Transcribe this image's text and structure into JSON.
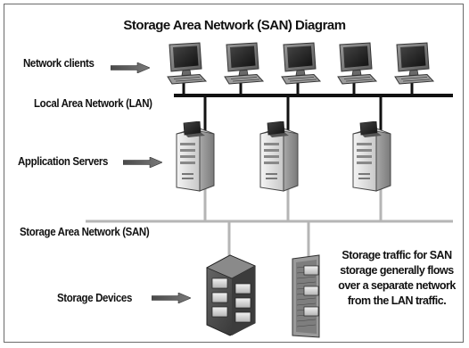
{
  "diagram": {
    "title": "Storage Area Network (SAN) Diagram",
    "labels": {
      "network_clients": "Network clients",
      "lan": "Local Area Network (LAN)",
      "application_servers": "Application Servers",
      "san": "Storage Area Network (SAN)",
      "storage_devices": "Storage Devices"
    },
    "note": "Storage traffic for SAN storage generally flows over a separate network from the LAN traffic."
  },
  "nodes": {
    "clients": [
      {
        "id": "client-1",
        "type": "desktop-pc-icon"
      },
      {
        "id": "client-2",
        "type": "desktop-pc-icon"
      },
      {
        "id": "client-3",
        "type": "desktop-pc-icon"
      },
      {
        "id": "client-4",
        "type": "desktop-pc-icon"
      },
      {
        "id": "client-5",
        "type": "desktop-pc-icon"
      }
    ],
    "servers": [
      {
        "id": "server-1",
        "type": "tower-server-icon"
      },
      {
        "id": "server-2",
        "type": "tower-server-icon"
      },
      {
        "id": "server-3",
        "type": "tower-server-icon"
      }
    ],
    "storage": [
      {
        "id": "storage-1",
        "type": "disk-array-icon"
      },
      {
        "id": "storage-2",
        "type": "storage-rack-icon"
      }
    ]
  }
}
